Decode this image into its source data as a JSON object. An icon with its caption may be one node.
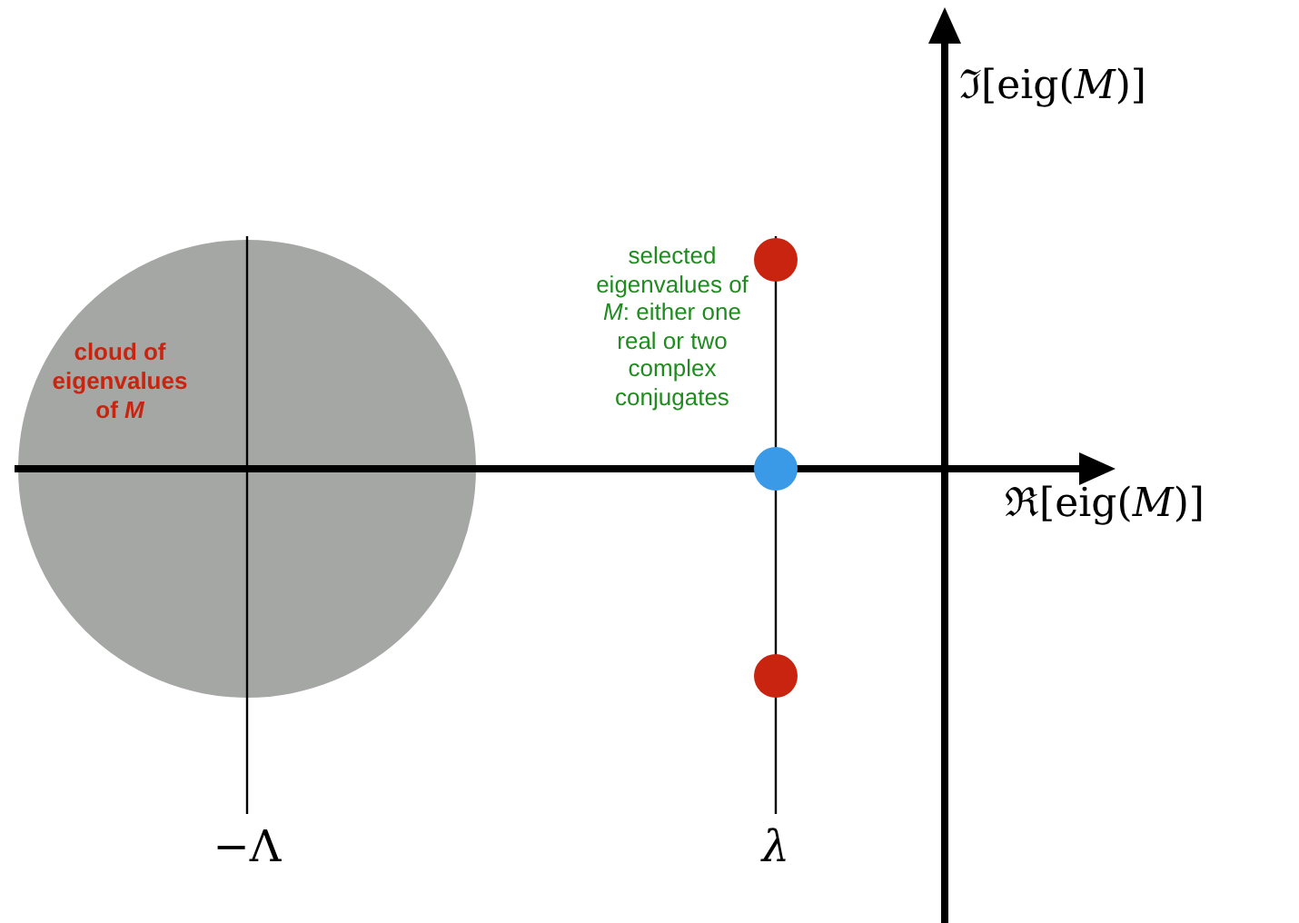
{
  "diagram": {
    "nodes": [
      {
        "text": [
          "cloud of eigenvalues of *M*"
        ]
      }
    ],
    "labels": [
      "ℑ[eig(*M*)]",
      "selected eigenvalues of *M*: either one real or two complex conjugates",
      "ℜ[eig(*M*)]",
      "−Λ",
      "λ"
    ]
  }
}
